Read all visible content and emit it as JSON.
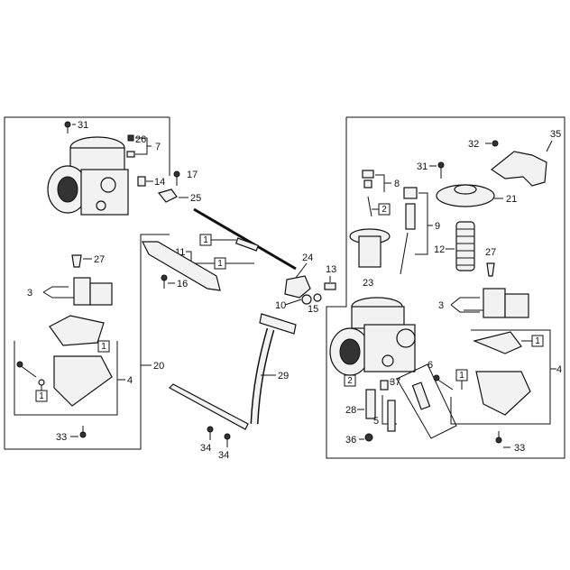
{
  "labels": {
    "left_31": "31",
    "left_26": "26",
    "left_7": "7",
    "left_14": "14",
    "mid_17": "17",
    "mid_25": "25",
    "left_27": "27",
    "left_3": "3",
    "left_1a": "1",
    "left_4": "4",
    "left_1b": "1",
    "left_20": "20",
    "left_33": "33",
    "mid_1a": "1",
    "mid_11": "11",
    "mid_1b": "1",
    "mid_16": "16",
    "mid_24": "24",
    "mid_13": "13",
    "mid_10": "10",
    "mid_15": "15",
    "mid_29": "29",
    "mid_34a": "34",
    "mid_34b": "34",
    "right_32": "32",
    "right_35": "35",
    "right_31": "31",
    "right_8": "8",
    "right_21": "21",
    "right_2a": "2",
    "right_9": "9",
    "right_12": "12",
    "right_27": "27",
    "right_23": "23",
    "right_3": "3",
    "right_1a": "1",
    "right_4": "4",
    "right_2b": "2",
    "right_6": "6",
    "right_1b": "1",
    "right_37": "37",
    "right_28": "28",
    "right_5": "5",
    "right_36": "36",
    "right_33": "33"
  }
}
